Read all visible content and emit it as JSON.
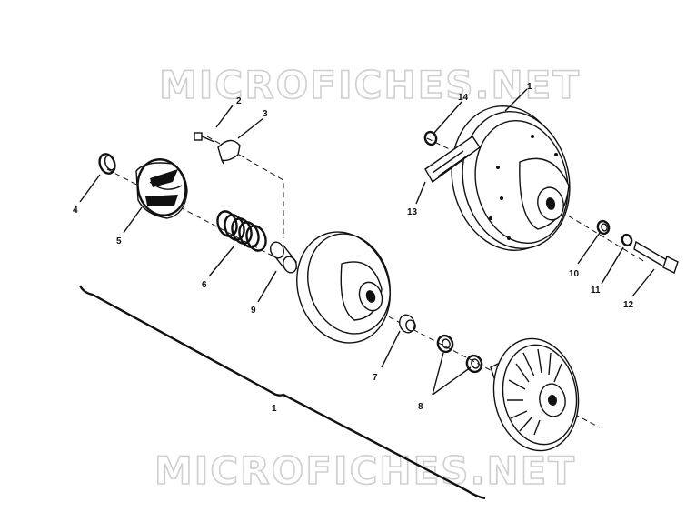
{
  "watermark": {
    "top": "MICROFICHES.NET",
    "bottom": "MICROFICHES.NET"
  },
  "callouts": {
    "c1a": "1",
    "c1b": "1",
    "c2": "2",
    "c3": "3",
    "c4": "4",
    "c5": "5",
    "c6": "6",
    "c7": "7",
    "c8": "8",
    "c9": "9",
    "c10": "10",
    "c11": "11",
    "c12": "12",
    "c13": "13",
    "c14": "14"
  }
}
